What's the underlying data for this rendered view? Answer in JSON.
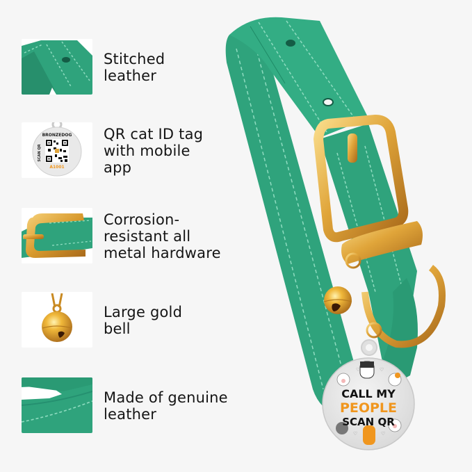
{
  "features": [
    {
      "label": "Stitched\nleather",
      "thumb_icon": "stitched-leather-thumbnail"
    },
    {
      "label": "QR cat ID tag\nwith mobile\napp",
      "thumb_icon": "qr-tag-thumbnail",
      "tag": {
        "brand": "BRONZEDOG",
        "side_text": "SCAN QR",
        "code": "A1001"
      }
    },
    {
      "label": "Corrosion-\nresistant all\nmetal hardware",
      "thumb_icon": "buckle-thumbnail"
    },
    {
      "label": "Large gold\nbell",
      "thumb_icon": "gold-bell-thumbnail"
    },
    {
      "label": "Made of genuine\nleather",
      "thumb_icon": "leather-strap-thumbnail"
    }
  ],
  "hero": {
    "tag_lines": [
      "CALL MY",
      "PEOPLE",
      "SCAN QR"
    ]
  },
  "colors": {
    "background": "#f6f6f6",
    "leather_green": "#2fa37c",
    "leather_dark": "#1f8a66",
    "stitch": "#8fdcc0",
    "gold": "#e0a53a",
    "gold_light": "#f7d27a",
    "tag_orange": "#f0961e",
    "text": "#151515"
  }
}
